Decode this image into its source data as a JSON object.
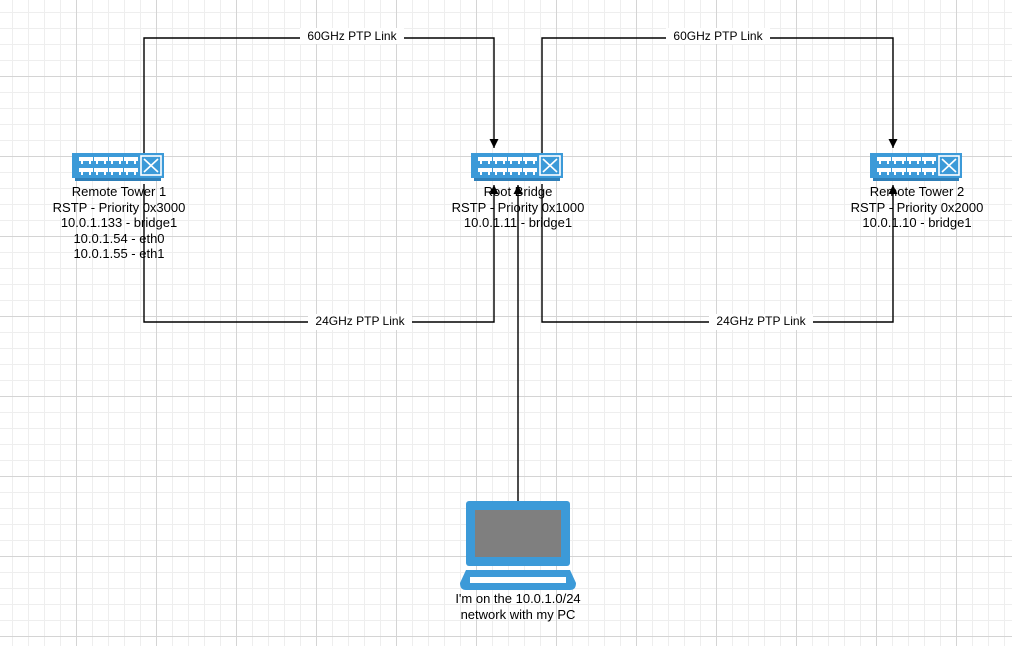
{
  "nodes": {
    "remote_tower_1": {
      "lines": [
        "Remote Tower 1",
        "RSTP - Priority 0x3000",
        "10.0.1.133 - bridge1",
        "10.0.1.54 - eth0",
        "10.0.1.55 - eth1"
      ],
      "icon": "network-switch-icon"
    },
    "root_bridge": {
      "lines": [
        "Root Bridge",
        "RSTP - Priority 0x1000",
        "10.0.1.11 - bridge1"
      ],
      "icon": "network-switch-icon"
    },
    "remote_tower_2": {
      "lines": [
        "Remote Tower 2",
        "RSTP - Priority 0x2000",
        "10.0.1.10 - bridge1"
      ],
      "icon": "network-switch-icon"
    },
    "pc": {
      "lines": [
        "I'm on the 10.0.1.0/24",
        "network with my PC"
      ],
      "icon": "laptop-icon"
    }
  },
  "links": {
    "tower1_60ghz": "60GHz PTP Link",
    "tower2_60ghz": "60GHz PTP Link",
    "tower1_24ghz": "24GHz PTP Link",
    "tower2_24ghz": "24GHz PTP Link"
  },
  "colors": {
    "device_blue": "#3c9ad8",
    "device_dark": "#2f7fb8",
    "screen_gray": "#7f7f7f",
    "line": "#000000"
  }
}
